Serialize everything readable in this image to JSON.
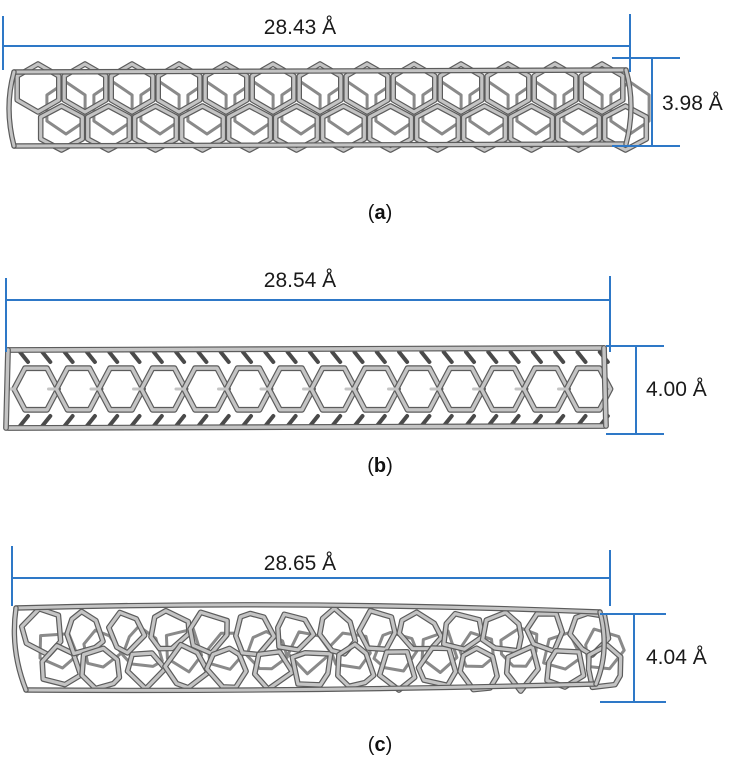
{
  "colors": {
    "dimension_line": "#2e78c7",
    "tube_bond_light": "#c4c4c4",
    "tube_bond_dark": "#5c5c5c",
    "text": "#1a1a1a"
  },
  "panels": [
    {
      "id": "a",
      "caption_letter": "a",
      "length_label": "28.43 Å",
      "diameter_label": "3.98 Å",
      "pattern": "zigzag"
    },
    {
      "id": "b",
      "caption_letter": "b",
      "length_label": "28.54 Å",
      "diameter_label": "4.00 Å",
      "pattern": "armchair"
    },
    {
      "id": "c",
      "caption_letter": "c",
      "length_label": "28.65 Å",
      "diameter_label": "4.04 Å",
      "pattern": "defective"
    }
  ]
}
